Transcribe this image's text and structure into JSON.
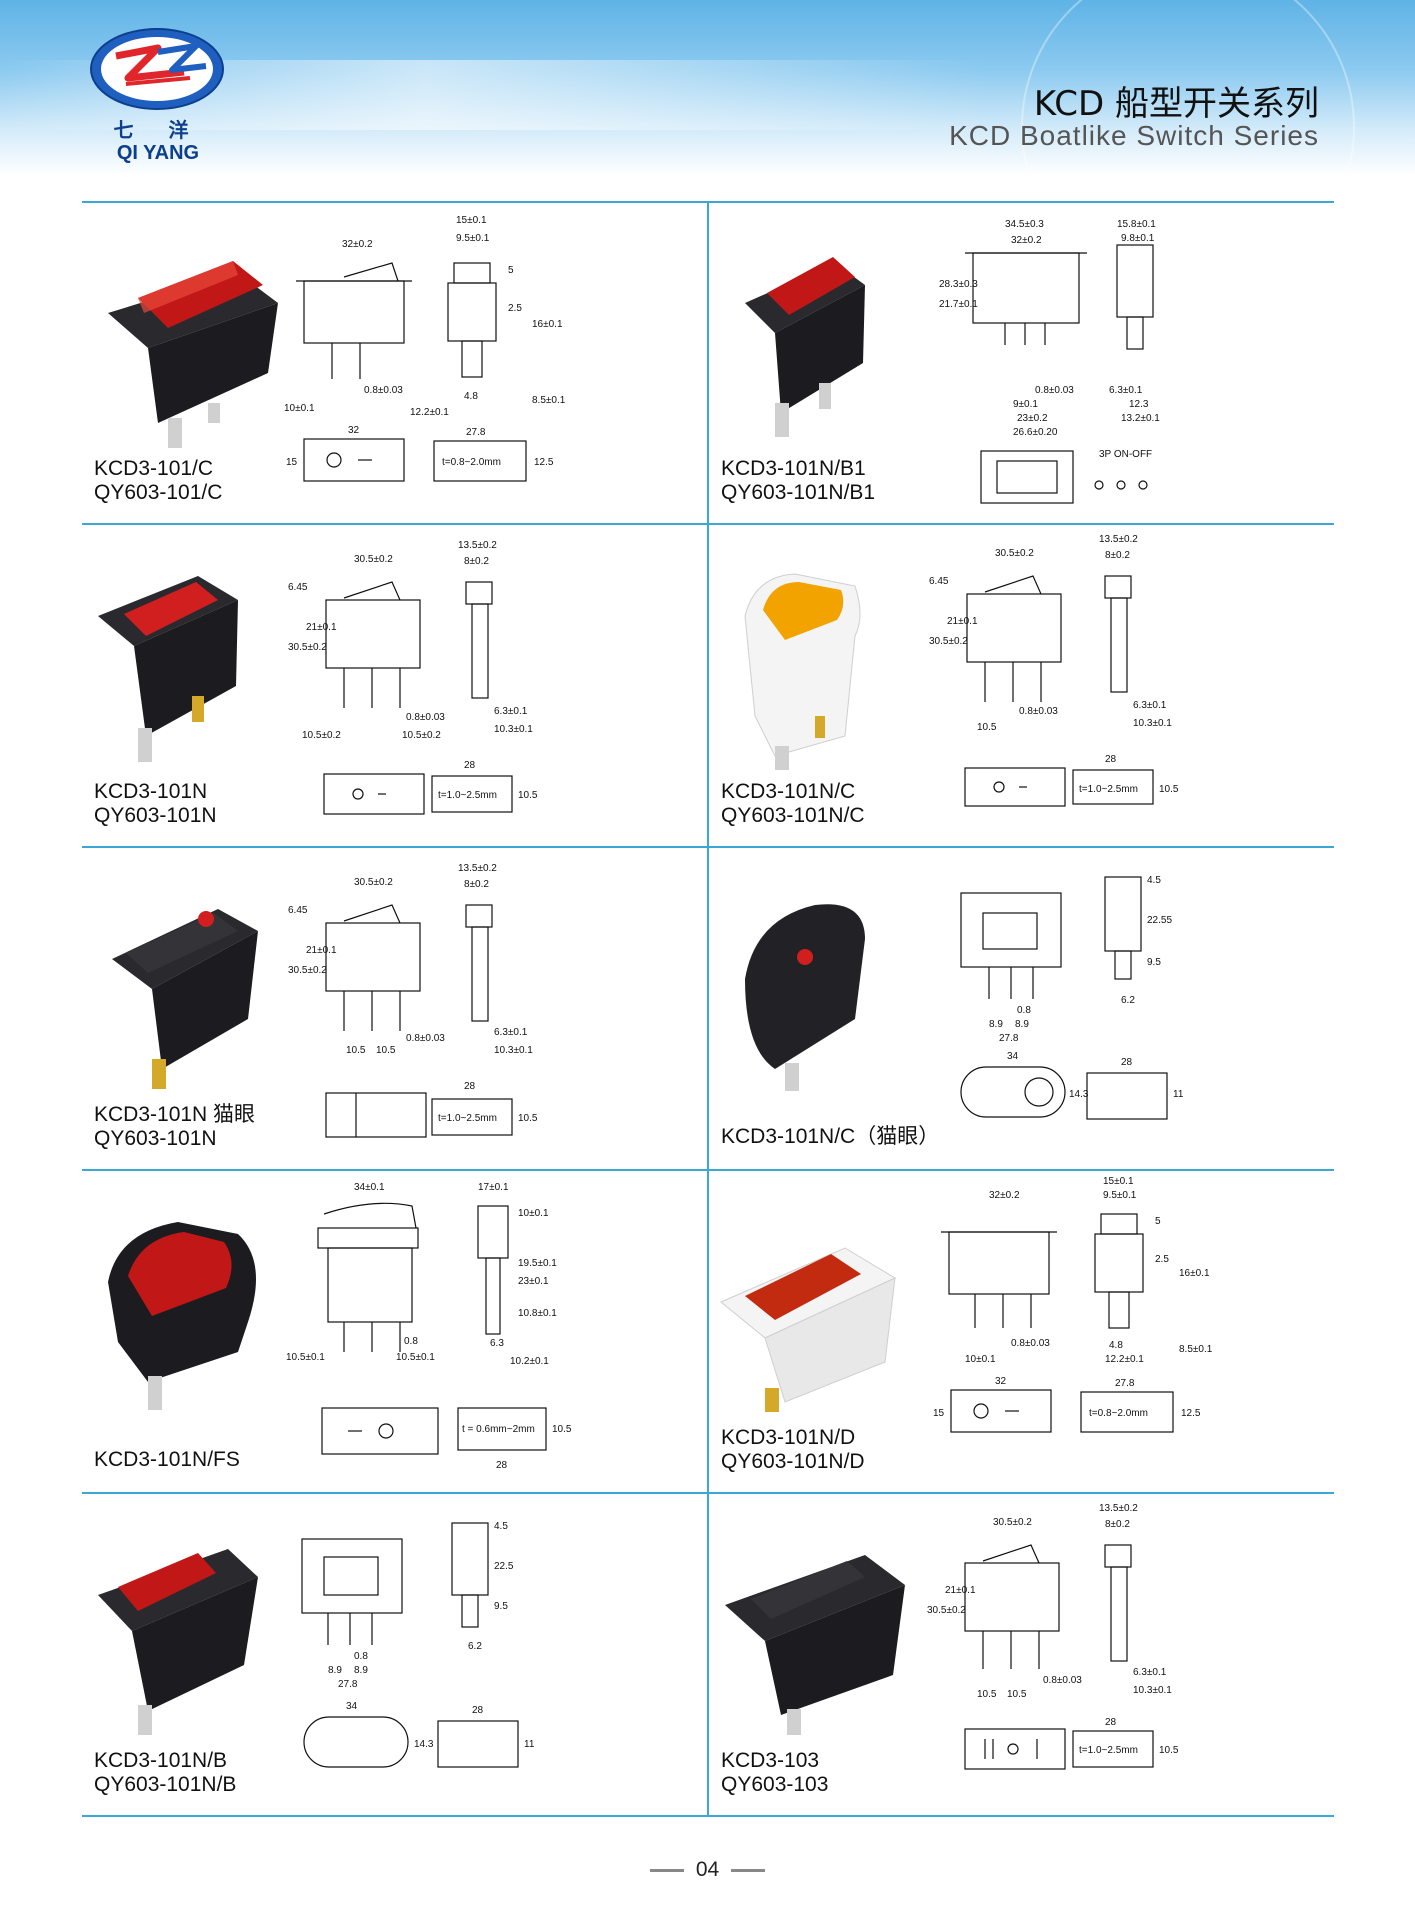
{
  "header": {
    "logo_cn": "七 洋",
    "logo_en": "QI YANG",
    "title_cn": "KCD 船型开关系列",
    "title_en": "KCD Boatlike Switch Series",
    "accent": "#3aa7d6",
    "brand": "#0d3f8c"
  },
  "cells": [
    {
      "lines": [
        "KCD3-101/C",
        "QY603-101/C"
      ],
      "dims": {
        "a": "32±0.2",
        "b": "15±0.1",
        "c": "9.5±0.1",
        "d": "5",
        "e": "2.5",
        "f": "16±0.1",
        "g": "0.8±0.03",
        "h": "10±0.1",
        "i": "12.2±0.1",
        "j": "4.8",
        "k": "8.5±0.1",
        "l": "32",
        "m": "27.8",
        "n": "15",
        "o": "t=0.8~2.0mm",
        "p": "12.5"
      }
    },
    {
      "lines": [
        "KCD3-101N/B1",
        "QY603-101N/B1"
      ],
      "dims": {
        "a": "34.5±0.3",
        "b": "32±0.2",
        "c": "15.8±0.1",
        "d": "9.8±0.1",
        "e": "28.3±0.3",
        "f": "21.7±0.1",
        "g": "0.8±0.03",
        "h": "6.3±0.1",
        "i": "9±0.1",
        "j": "23±0.2",
        "k": "26.6±0.20",
        "l": "12.3",
        "m": "13.2±0.1",
        "n": "3P ON-OFF"
      }
    },
    {
      "lines": [
        "KCD3-101N",
        "QY603-101N"
      ],
      "dims": {
        "a": "30.5±0.2",
        "b": "13.5±0.2",
        "c": "8±0.2",
        "d": "6.45",
        "e": "30.5±0.2",
        "f": "21±0.1",
        "g": "0.8±0.03",
        "h": "10.5±0.2",
        "i": "10.5±0.2",
        "j": "6.3±0.1",
        "k": "10.3±0.1",
        "l": "28",
        "m": "t=1.0~2.5mm",
        "n": "10.5"
      }
    },
    {
      "lines": [
        "KCD3-101N/C",
        "QY603-101N/C"
      ],
      "dims": {
        "a": "30.5±0.2",
        "b": "13.5±0.2",
        "c": "8±0.2",
        "d": "6.45",
        "e": "30.5±0.2",
        "f": "21±0.1",
        "g": "0.8±0.03",
        "h": "10.5",
        "j": "6.3±0.1",
        "k": "10.3±0.1",
        "l": "28",
        "m": "t=1.0~2.5mm",
        "n": "10.5"
      }
    },
    {
      "lines": [
        "KCD3-101N 猫眼",
        "QY603-101N"
      ],
      "dims": {
        "a": "30.5±0.2",
        "b": "13.5±0.2",
        "c": "8±0.2",
        "d": "6.45",
        "e": "30.5±0.2",
        "f": "21±0.1",
        "g": "0.8±0.03",
        "h": "10.5",
        "i": "10.5",
        "j": "6.3±0.1",
        "k": "10.3±0.1",
        "l": "28",
        "m": "t=1.0~2.5mm",
        "n": "10.5"
      }
    },
    {
      "lines": [
        "KCD3-101N/C（猫眼）"
      ],
      "dims": {
        "a": "4.5",
        "b": "22.55",
        "c": "9.5",
        "d": "6.2",
        "e": "0.8",
        "f": "8.9",
        "g": "8.9",
        "h": "27.8",
        "i": "34",
        "j": "14.3",
        "k": "28",
        "l": "11"
      }
    },
    {
      "lines": [
        "KCD3-101N/FS"
      ],
      "dims": {
        "a": "34±0.1",
        "b": "17±0.1",
        "c": "10±0.1",
        "d": "19.5±0.1",
        "e": "23±0.1",
        "f": "10.8±0.1",
        "g": "6.3",
        "h": "10.2±0.1",
        "i": "0.8",
        "j": "10.5±0.1",
        "k": "10.5±0.1",
        "l": "t = 0.6mm~2mm",
        "m": "10.5",
        "n": "28"
      }
    },
    {
      "lines": [
        "KCD3-101N/D",
        "QY603-101N/D"
      ],
      "dims": {
        "a": "32±0.2",
        "b": "15±0.1",
        "c": "9.5±0.1",
        "d": "5",
        "e": "2.5",
        "f": "16±0.1",
        "g": "0.8±0.03",
        "h": "10±0.1",
        "i": "12.2±0.1",
        "j": "4.8",
        "k": "8.5±0.1",
        "l": "32",
        "m": "27.8",
        "n": "15",
        "o": "t=0.8~2.0mm",
        "p": "12.5"
      }
    },
    {
      "lines": [
        "KCD3-101N/B",
        "QY603-101N/B"
      ],
      "dims": {
        "a": "4.5",
        "b": "22.5",
        "c": "9.5",
        "d": "6.2",
        "e": "0.8",
        "f": "8.9",
        "g": "8.9",
        "h": "27.8",
        "i": "34",
        "j": "14.3",
        "k": "28",
        "l": "11"
      }
    },
    {
      "lines": [
        "KCD3-103",
        "QY603-103"
      ],
      "dims": {
        "a": "30.5±0.2",
        "b": "13.5±0.2",
        "c": "8±0.2",
        "e": "30.5±0.2",
        "f": "21±0.1",
        "g": "0.8±0.03",
        "h": "10.5",
        "i": "10.5",
        "j": "6.3±0.1",
        "k": "10.3±0.1",
        "l": "28",
        "m": "t=1.0~2.5mm",
        "n": "10.5"
      }
    }
  ],
  "footer": {
    "page": "04"
  }
}
